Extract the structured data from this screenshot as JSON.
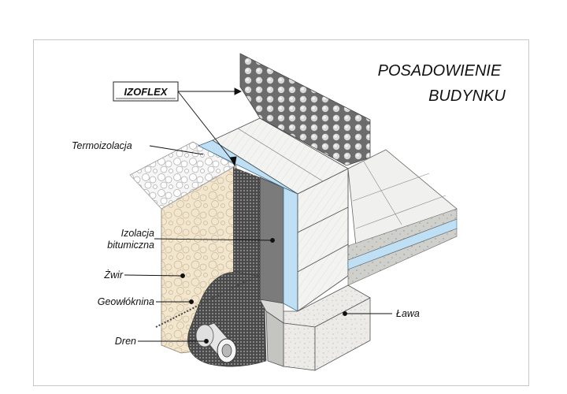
{
  "title": {
    "line1": "POSADOWIENIE",
    "line2": "BUDYNKU"
  },
  "product": "IZOFLEX",
  "labels": {
    "termoizolacja": "Termoizolacja",
    "izolacja_line1": "Izolacja",
    "izolacja_line2": "bitumiczna",
    "zwir": "Żwir",
    "geowloknina": "Geowłóknina",
    "dren": "Dren",
    "lawa": "Ława"
  },
  "colors": {
    "gravel": "#f3e6cf",
    "insulation": "#bfe0f4",
    "membrane": "#5a5a5a",
    "concrete": "#ecebe7",
    "bitumen": "#7b7b7b"
  }
}
